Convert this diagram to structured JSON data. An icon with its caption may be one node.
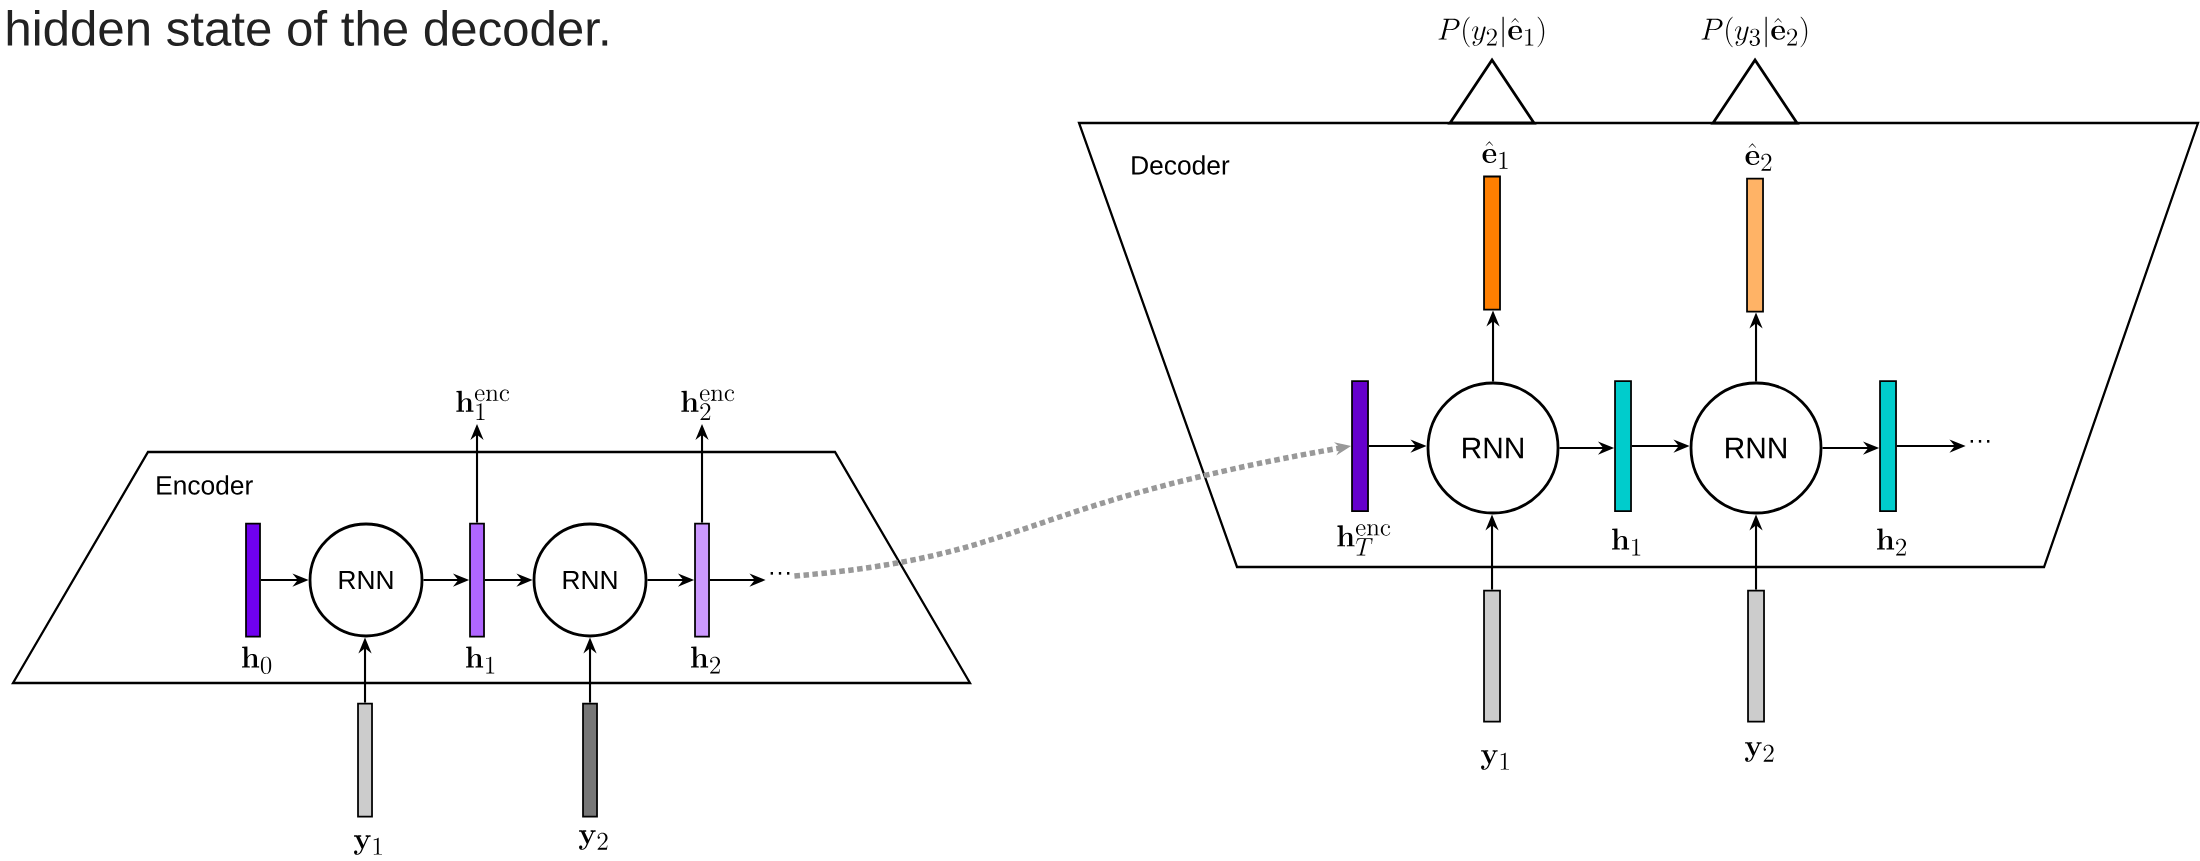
{
  "diagram": {
    "nodes": [
      {
        "text": [
          "Encoder"
        ]
      },
      {
        "text": [],
        "shape": "bar",
        "in": 0,
        "beside": [
          "\\mathbf{h}_0"
        ]
      },
      {
        "text": [
          "RNN"
        ],
        "in": 0
      },
      {
        "text": [],
        "shape": "bar",
        "in": 0,
        "beside": [
          "\\mathbf{h}_1"
        ]
      },
      {
        "text": [
          "RNN"
        ],
        "in": 0
      },
      {
        "text": [],
        "shape": "bar",
        "in": 0,
        "beside": [
          "\\mathbf{h}_2"
        ]
      },
      {
        "text": [],
        "shape": "bar",
        "beside": [
          "\\mathbf{y}_1"
        ]
      },
      {
        "text": [],
        "shape": "bar",
        "beside": [
          "\\mathbf{y}_2"
        ]
      },
      {
        "text": [
          "\\mathbf{h}_1^{\\mathrm{enc}}"
        ]
      },
      {
        "text": [
          "\\mathbf{h}_2^{\\mathrm{enc}}"
        ]
      },
      {
        "text": [
          "···"
        ],
        "in": 0
      },
      {
        "text": [
          "Decoder"
        ]
      },
      {
        "text": [],
        "shape": "bar",
        "in": 11,
        "beside": [
          "\\mathbf{h}_T^{\\mathrm{enc}}"
        ]
      },
      {
        "text": [
          "RNN"
        ],
        "in": 11
      },
      {
        "text": [],
        "shape": "bar",
        "in": 11,
        "beside": [
          "\\mathbf{h}_1"
        ]
      },
      {
        "text": [
          "RNN"
        ],
        "in": 11
      },
      {
        "text": [],
        "shape": "bar",
        "in": 11,
        "beside": [
          "\\mathbf{h}_2"
        ]
      },
      {
        "text": [
          "···"
        ],
        "in": 11
      },
      {
        "text": [],
        "shape": "bar",
        "in": 11,
        "beside": [
          "\\hat{\\mathbf{e}}_1"
        ]
      },
      {
        "text": [],
        "shape": "bar",
        "in": 11,
        "beside": [
          "\\hat{\\mathbf{e}}_2"
        ]
      },
      {
        "text": [
          "P(y_2|\\hat{\\mathbf{e}}_1)"
        ]
      },
      {
        "text": [
          "P(y_3|\\hat{\\mathbf{e}}_2)"
        ]
      },
      {
        "text": [],
        "shape": "bar",
        "beside": [
          "\\mathbf{y}_1"
        ]
      },
      {
        "text": [],
        "shape": "bar",
        "beside": [
          "\\mathbf{y}_2"
        ]
      }
    ],
    "edges": [
      {
        "from": 1,
        "to": 2,
        "arrow": "to"
      },
      {
        "from": 2,
        "to": 3,
        "arrow": "to"
      },
      {
        "from": 3,
        "to": 4,
        "arrow": "to"
      },
      {
        "from": 4,
        "to": 5,
        "arrow": "to"
      },
      {
        "from": 5,
        "to": 10,
        "arrow": "to"
      },
      {
        "from": 6,
        "to": 2,
        "arrow": "to"
      },
      {
        "from": 7,
        "to": 4,
        "arrow": "to"
      },
      {
        "from": 3,
        "to": 8,
        "arrow": "to"
      },
      {
        "from": 5,
        "to": 9,
        "arrow": "to"
      },
      {
        "from": 10,
        "to": 12,
        "arrow": "to",
        "style": "dashed",
        "color": "#999999"
      },
      {
        "from": 12,
        "to": 13,
        "arrow": "to"
      },
      {
        "from": 13,
        "to": 14,
        "arrow": "to"
      },
      {
        "from": 14,
        "to": 15,
        "arrow": "to"
      },
      {
        "from": 15,
        "to": 16,
        "arrow": "to"
      },
      {
        "from": 16,
        "to": 17,
        "arrow": "to"
      },
      {
        "from": 22,
        "to": 13,
        "arrow": "to"
      },
      {
        "from": 23,
        "to": 15,
        "arrow": "to"
      },
      {
        "from": 13,
        "to": 18,
        "arrow": "to"
      },
      {
        "from": 15,
        "to": 19,
        "arrow": "to"
      }
    ],
    "labels": [
      "hidden state of the decoder."
    ]
  }
}
